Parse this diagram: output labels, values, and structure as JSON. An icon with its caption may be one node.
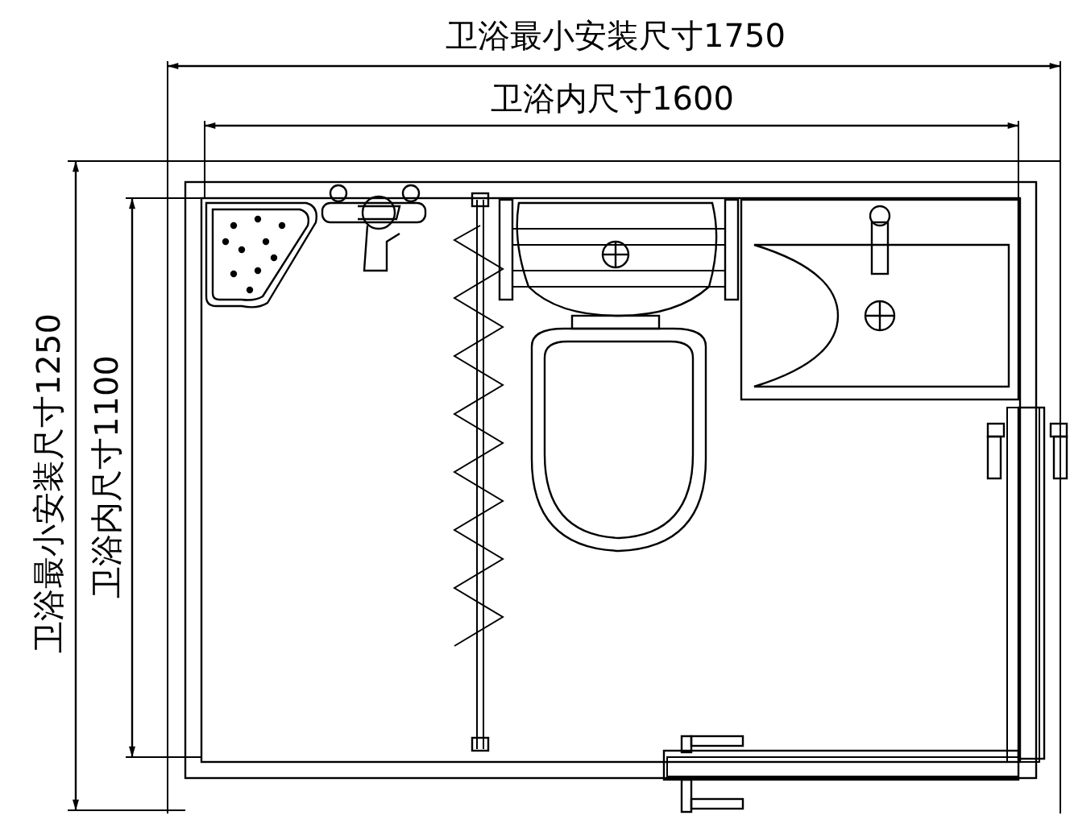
{
  "diagram": {
    "labels": [
      "卫浴最小安装尺寸1750",
      "卫浴内尺寸1600",
      "卫浴最小安装尺寸1250",
      "卫浴内尺寸1100"
    ]
  }
}
